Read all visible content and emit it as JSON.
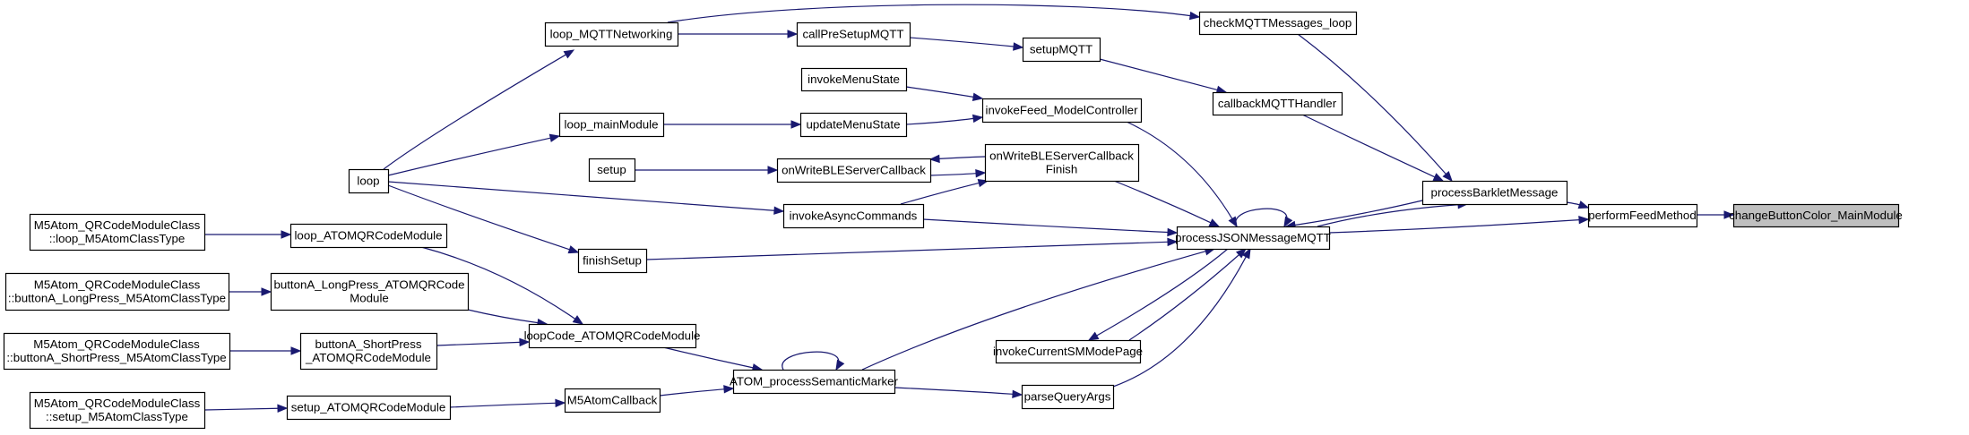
{
  "diagram": {
    "type": "call-graph",
    "focus_node": "changeButtonColor_MainModule",
    "colors": {
      "edge": "#191970",
      "focus_fill": "#bfbfbf",
      "node_fill": "#ffffff",
      "node_border": "#000000"
    },
    "nodes": [
      {
        "id": "loop",
        "lines": [
          "loop"
        ]
      },
      {
        "id": "loop_MQTTNetworking",
        "lines": [
          "loop_MQTTNetworking"
        ]
      },
      {
        "id": "loop_mainModule",
        "lines": [
          "loop_mainModule"
        ]
      },
      {
        "id": "setup",
        "lines": [
          "setup"
        ]
      },
      {
        "id": "finishSetup",
        "lines": [
          "finishSetup"
        ]
      },
      {
        "id": "callPreSetupMQTT",
        "lines": [
          "callPreSetupMQTT"
        ]
      },
      {
        "id": "setupMQTT",
        "lines": [
          "setupMQTT"
        ]
      },
      {
        "id": "invokeMenuState",
        "lines": [
          "invokeMenuState"
        ]
      },
      {
        "id": "updateMenuState",
        "lines": [
          "updateMenuState"
        ]
      },
      {
        "id": "invokeFeed_ModelController",
        "lines": [
          "invokeFeed_ModelController"
        ]
      },
      {
        "id": "onWriteBLEServerCallback",
        "lines": [
          "onWriteBLEServerCallback"
        ]
      },
      {
        "id": "onWriteBLEServerCallbackFinish",
        "lines": [
          "onWriteBLEServerCallback",
          "Finish"
        ]
      },
      {
        "id": "invokeAsyncCommands",
        "lines": [
          "invokeAsyncCommands"
        ]
      },
      {
        "id": "checkMQTTMessages_loop",
        "lines": [
          "checkMQTTMessages_loop"
        ]
      },
      {
        "id": "callbackMQTTHandler",
        "lines": [
          "callbackMQTTHandler"
        ]
      },
      {
        "id": "processBarkletMessage",
        "lines": [
          "processBarkletMessage"
        ]
      },
      {
        "id": "processJSONMessageMQTT",
        "lines": [
          "processJSONMessageMQTT"
        ]
      },
      {
        "id": "performFeedMethod",
        "lines": [
          "performFeedMethod"
        ]
      },
      {
        "id": "changeButtonColor_MainModule",
        "lines": [
          "changeButtonColor_MainModule"
        ]
      },
      {
        "id": "invokeCurrentSMModePage",
        "lines": [
          "invokeCurrentSMModePage"
        ]
      },
      {
        "id": "parseQueryArgs",
        "lines": [
          "parseQueryArgs"
        ]
      },
      {
        "id": "ATOM_processSemanticMarker",
        "lines": [
          "ATOM_processSemanticMarker"
        ]
      },
      {
        "id": "M5AtomCallback",
        "lines": [
          "M5AtomCallback"
        ]
      },
      {
        "id": "loopCode_ATOMQRCodeModule",
        "lines": [
          "loopCode_ATOMQRCodeModule"
        ]
      },
      {
        "id": "loop_ATOMQRCodeModule",
        "lines": [
          "loop_ATOMQRCodeModule"
        ]
      },
      {
        "id": "buttonA_LongPress_ATOMQRCodeModule",
        "lines": [
          "buttonA_LongPress_ATOMQRCode",
          "Module"
        ]
      },
      {
        "id": "buttonA_ShortPress_ATOMQRCodeModule",
        "lines": [
          "buttonA_ShortPress",
          "_ATOMQRCodeModule"
        ]
      },
      {
        "id": "setup_ATOMQRCodeModule",
        "lines": [
          "setup_ATOMQRCodeModule"
        ]
      },
      {
        "id": "M5Atom_loop_M5AtomClassType",
        "lines": [
          "M5Atom_QRCodeModuleClass",
          "::loop_M5AtomClassType"
        ]
      },
      {
        "id": "M5Atom_buttonA_LongPress_M5AtomClassType",
        "lines": [
          "M5Atom_QRCodeModuleClass",
          "::buttonA_LongPress_M5AtomClassType"
        ]
      },
      {
        "id": "M5Atom_buttonA_ShortPress_M5AtomClassType",
        "lines": [
          "M5Atom_QRCodeModuleClass",
          "::buttonA_ShortPress_M5AtomClassType"
        ]
      },
      {
        "id": "M5Atom_setup_M5AtomClassType",
        "lines": [
          "M5Atom_QRCodeModuleClass",
          "::setup_M5AtomClassType"
        ]
      }
    ],
    "edges": [
      {
        "from": "loop",
        "to": "loop_MQTTNetworking"
      },
      {
        "from": "loop",
        "to": "loop_mainModule"
      },
      {
        "from": "loop",
        "to": "invokeAsyncCommands"
      },
      {
        "from": "loop",
        "to": "finishSetup"
      },
      {
        "from": "loop_MQTTNetworking",
        "to": "callPreSetupMQTT"
      },
      {
        "from": "loop_MQTTNetworking",
        "to": "checkMQTTMessages_loop"
      },
      {
        "from": "loop_mainModule",
        "to": "updateMenuState"
      },
      {
        "from": "setup",
        "to": "onWriteBLEServerCallback"
      },
      {
        "from": "callPreSetupMQTT",
        "to": "setupMQTT"
      },
      {
        "from": "setupMQTT",
        "to": "callbackMQTTHandler"
      },
      {
        "from": "invokeMenuState",
        "to": "invokeFeed_ModelController"
      },
      {
        "from": "updateMenuState",
        "to": "invokeFeed_ModelController"
      },
      {
        "from": "onWriteBLEServerCallback",
        "to": "onWriteBLEServerCallbackFinish"
      },
      {
        "from": "onWriteBLEServerCallbackFinish",
        "to": "onWriteBLEServerCallback"
      },
      {
        "from": "invokeAsyncCommands",
        "to": "onWriteBLEServerCallbackFinish"
      },
      {
        "from": "invokeAsyncCommands",
        "to": "processJSONMessageMQTT"
      },
      {
        "from": "invokeFeed_ModelController",
        "to": "processJSONMessageMQTT"
      },
      {
        "from": "onWriteBLEServerCallbackFinish",
        "to": "processJSONMessageMQTT"
      },
      {
        "from": "finishSetup",
        "to": "processJSONMessageMQTT"
      },
      {
        "from": "checkMQTTMessages_loop",
        "to": "processBarkletMessage"
      },
      {
        "from": "callbackMQTTHandler",
        "to": "processBarkletMessage"
      },
      {
        "from": "processJSONMessageMQTT",
        "to": "processJSONMessageMQTT"
      },
      {
        "from": "processJSONMessageMQTT",
        "to": "processBarkletMessage"
      },
      {
        "from": "processBarkletMessage",
        "to": "processJSONMessageMQTT"
      },
      {
        "from": "processBarkletMessage",
        "to": "performFeedMethod"
      },
      {
        "from": "processJSONMessageMQTT",
        "to": "performFeedMethod"
      },
      {
        "from": "performFeedMethod",
        "to": "changeButtonColor_MainModule"
      },
      {
        "from": "processJSONMessageMQTT",
        "to": "invokeCurrentSMModePage"
      },
      {
        "from": "invokeCurrentSMModePage",
        "to": "processJSONMessageMQTT"
      },
      {
        "from": "parseQueryArgs",
        "to": "processJSONMessageMQTT"
      },
      {
        "from": "ATOM_processSemanticMarker",
        "to": "processJSONMessageMQTT"
      },
      {
        "from": "ATOM_processSemanticMarker",
        "to": "ATOM_processSemanticMarker"
      },
      {
        "from": "ATOM_processSemanticMarker",
        "to": "parseQueryArgs"
      },
      {
        "from": "M5AtomCallback",
        "to": "ATOM_processSemanticMarker"
      },
      {
        "from": "loopCode_ATOMQRCodeModule",
        "to": "ATOM_processSemanticMarker"
      },
      {
        "from": "loop_ATOMQRCodeModule",
        "to": "loopCode_ATOMQRCodeModule"
      },
      {
        "from": "buttonA_LongPress_ATOMQRCodeModule",
        "to": "loopCode_ATOMQRCodeModule"
      },
      {
        "from": "buttonA_ShortPress_ATOMQRCodeModule",
        "to": "loopCode_ATOMQRCodeModule"
      },
      {
        "from": "setup_ATOMQRCodeModule",
        "to": "M5AtomCallback"
      },
      {
        "from": "M5Atom_loop_M5AtomClassType",
        "to": "loop_ATOMQRCodeModule"
      },
      {
        "from": "M5Atom_buttonA_LongPress_M5AtomClassType",
        "to": "buttonA_LongPress_ATOMQRCodeModule"
      },
      {
        "from": "M5Atom_buttonA_ShortPress_M5AtomClassType",
        "to": "buttonA_ShortPress_ATOMQRCodeModule"
      },
      {
        "from": "M5Atom_setup_M5AtomClassType",
        "to": "setup_ATOMQRCodeModule"
      }
    ]
  }
}
